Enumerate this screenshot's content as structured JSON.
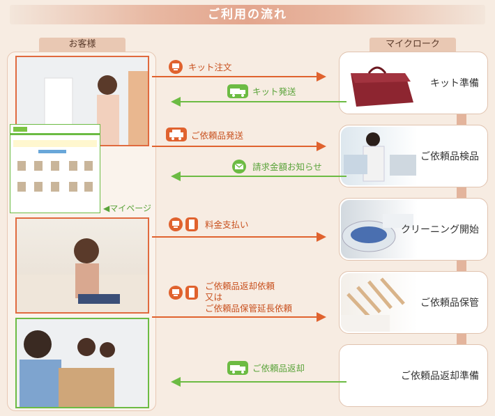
{
  "title": "ご利用の流れ",
  "labels": {
    "customer": "お客様",
    "company": "マイクローク",
    "mypage": "◀マイページ"
  },
  "steps": [
    {
      "text": "キット注文",
      "direction": "right",
      "icon": "pc-icon"
    },
    {
      "text": "キット発送",
      "direction": "left",
      "icon": "truck-icon"
    },
    {
      "text": "ご依頼品発送",
      "direction": "right",
      "icon": "car-icon"
    },
    {
      "text": "請求金額お知らせ",
      "direction": "left",
      "icon": "mail-icon"
    },
    {
      "text": "料金支払い",
      "direction": "right",
      "icon": "pc-phone-icon"
    },
    {
      "text": "ご依頼品返却依頼\n又は\nご依頼品保管延長依頼",
      "direction": "right",
      "icon": "pc-phone-icon"
    },
    {
      "text": "ご依頼品返却",
      "direction": "left",
      "icon": "truck-icon"
    }
  ],
  "boxes": [
    {
      "text": "キット準備"
    },
    {
      "text": "ご依頼品検品"
    },
    {
      "text": "クリーニング開始"
    },
    {
      "text": "ご依頼品保管"
    },
    {
      "text": "ご依頼品返却準備"
    }
  ],
  "colors": {
    "orange": "#e0622e",
    "green": "#6cbb43",
    "beige": "#f7ece2"
  }
}
